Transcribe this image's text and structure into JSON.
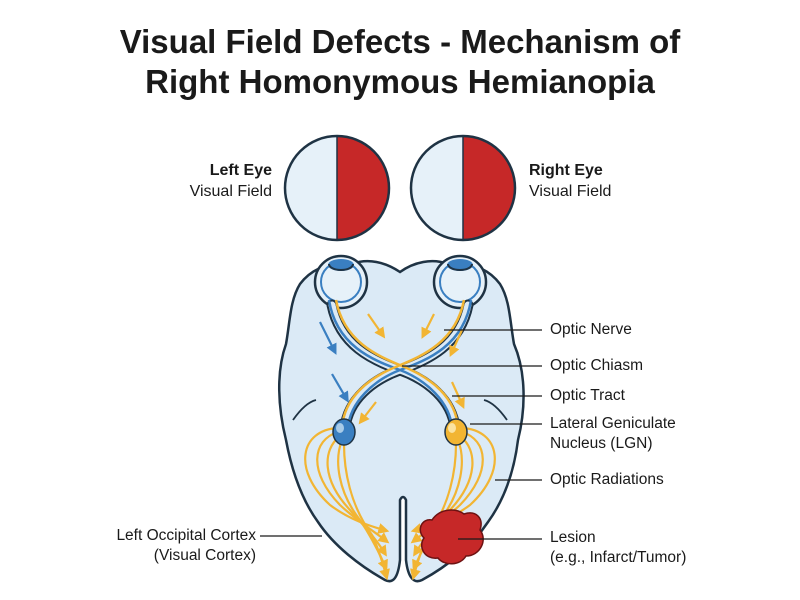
{
  "title": {
    "line1": "Visual Field Defects - Mechanism of",
    "line2": "Right Homonymous Hemianopia"
  },
  "left_eye": {
    "label": "Left Eye",
    "sublabel": "Visual Field",
    "defect_side": "right"
  },
  "right_eye": {
    "label": "Right Eye",
    "sublabel": "Visual Field",
    "defect_side": "right"
  },
  "labels": {
    "optic_nerve": "Optic Nerve",
    "optic_chiasm": "Optic Chiasm",
    "optic_tract": "Optic Tract",
    "lgn_line1": "Lateral Geniculate",
    "lgn_line2": "Nucleus (LGN)",
    "optic_radiations": "Optic Radiations",
    "left_cortex_line1": "Left Occipital Cortex",
    "left_cortex_line2": "(Visual Cortex)",
    "lesion_line1": "Lesion",
    "lesion_line2": "(e.g., Infarct/Tumor)"
  },
  "colors": {
    "defect": "#c62828",
    "field": "#e6f1f9",
    "brain": "#dbeaf6",
    "outline": "#1f3344",
    "nasal_pathway": "#3a7fc1",
    "temporal_pathway": "#f2b533"
  },
  "icons": {
    "eyeball": "eyeball-icon",
    "lesion": "lesion-blob"
  }
}
